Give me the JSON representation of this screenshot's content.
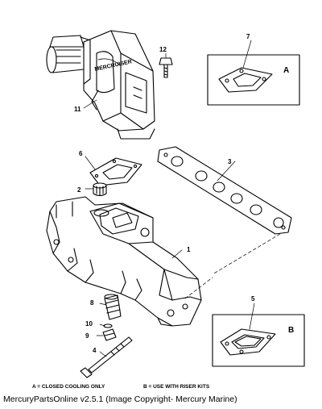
{
  "callouts": {
    "c1": "1",
    "c2": "2",
    "c3": "3",
    "c4": "4",
    "c5": "5",
    "c6": "6",
    "c7": "7",
    "c8": "8",
    "c9": "9",
    "c10": "10",
    "c11": "11",
    "c12": "12"
  },
  "box_labels": {
    "a": "A",
    "b": "B"
  },
  "notes": {
    "a": "A = CLOSED COOLING ONLY",
    "b": "B = USE WITH RISER KITS"
  },
  "footer": "MercuryPartsOnline v2.5.1 (Image Copyright- Mercury Marine)",
  "logo_text": "MERCRUISER"
}
